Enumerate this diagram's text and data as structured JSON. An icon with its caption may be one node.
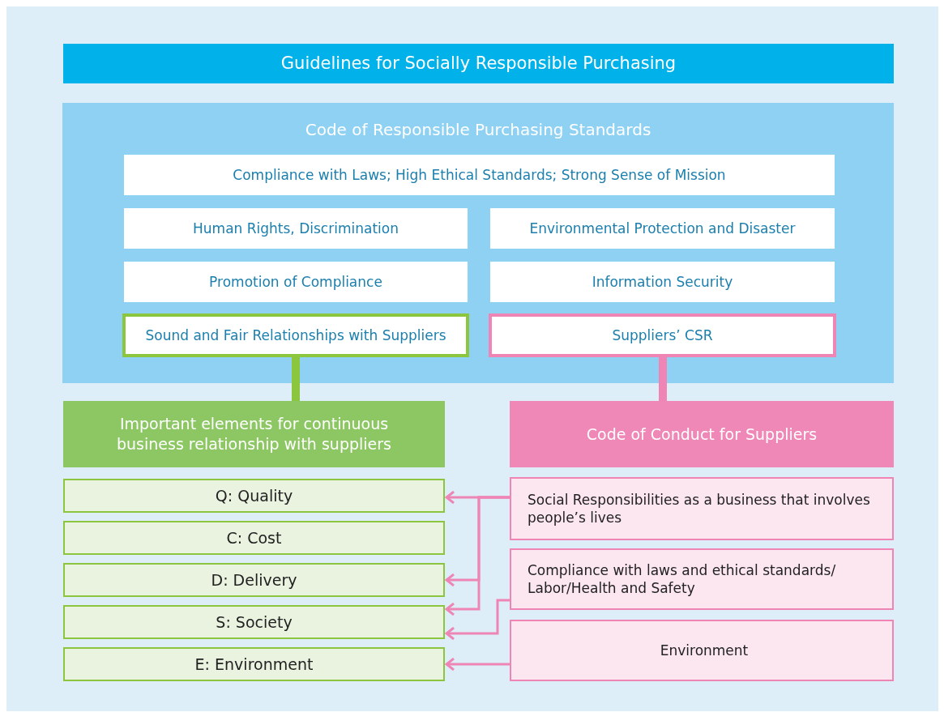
{
  "diagram": {
    "nodes": [
      {
        "text": [
          "Guidelines for Socially Responsible Purchasing"
        ]
      },
      {
        "text": [
          "Code of Responsible Purchasing Standards"
        ]
      },
      {
        "text": [
          "Compliance with Laws; High Ethical Standards; Strong Sense of Mission"
        ],
        "in": 1
      },
      {
        "text": [
          "Human Rights, Discrimination"
        ],
        "in": 1
      },
      {
        "text": [
          "Environmental Protection and Disaster"
        ],
        "in": 1
      },
      {
        "text": [
          "Promotion of Compliance"
        ],
        "in": 1
      },
      {
        "text": [
          "Information Security"
        ],
        "in": 1
      },
      {
        "text": [
          "Sound and Fair Relationships with Suppliers"
        ],
        "in": 1
      },
      {
        "text": [
          "Suppliers’ CSR"
        ],
        "in": 1
      },
      {
        "text": [
          "Important elements for continuous business relationship with suppliers"
        ]
      },
      {
        "text": [
          "Code of Conduct for Suppliers"
        ]
      },
      {
        "text": [
          "Q: Quality"
        ]
      },
      {
        "text": [
          "Social Responsibilities as a business that involves people’s lives"
        ]
      },
      {
        "text": [
          "C: Cost"
        ]
      },
      {
        "text": [
          "Compliance with laws and ethical standards/ Labor/Health and Safety"
        ]
      },
      {
        "text": [
          "D: Delivery"
        ]
      },
      {
        "text": [
          "S: Society"
        ]
      },
      {
        "text": [
          "Environment"
        ]
      },
      {
        "text": [
          "E: Environment"
        ]
      }
    ],
    "edges": [
      {
        "from": 7,
        "to": 9,
        "arrow": "none",
        "style": "thick",
        "color": "#8cc63f"
      },
      {
        "from": 8,
        "to": 10,
        "arrow": "none",
        "style": "thick"
      },
      {
        "from": 12,
        "to": 11,
        "arrow": "to"
      },
      {
        "from": 12,
        "to": 15,
        "arrow": "to"
      },
      {
        "from": 12,
        "to": 16,
        "arrow": "to"
      },
      {
        "from": 14,
        "to": 16,
        "arrow": "to"
      },
      {
        "from": 17,
        "to": 18,
        "arrow": "to"
      }
    ]
  }
}
